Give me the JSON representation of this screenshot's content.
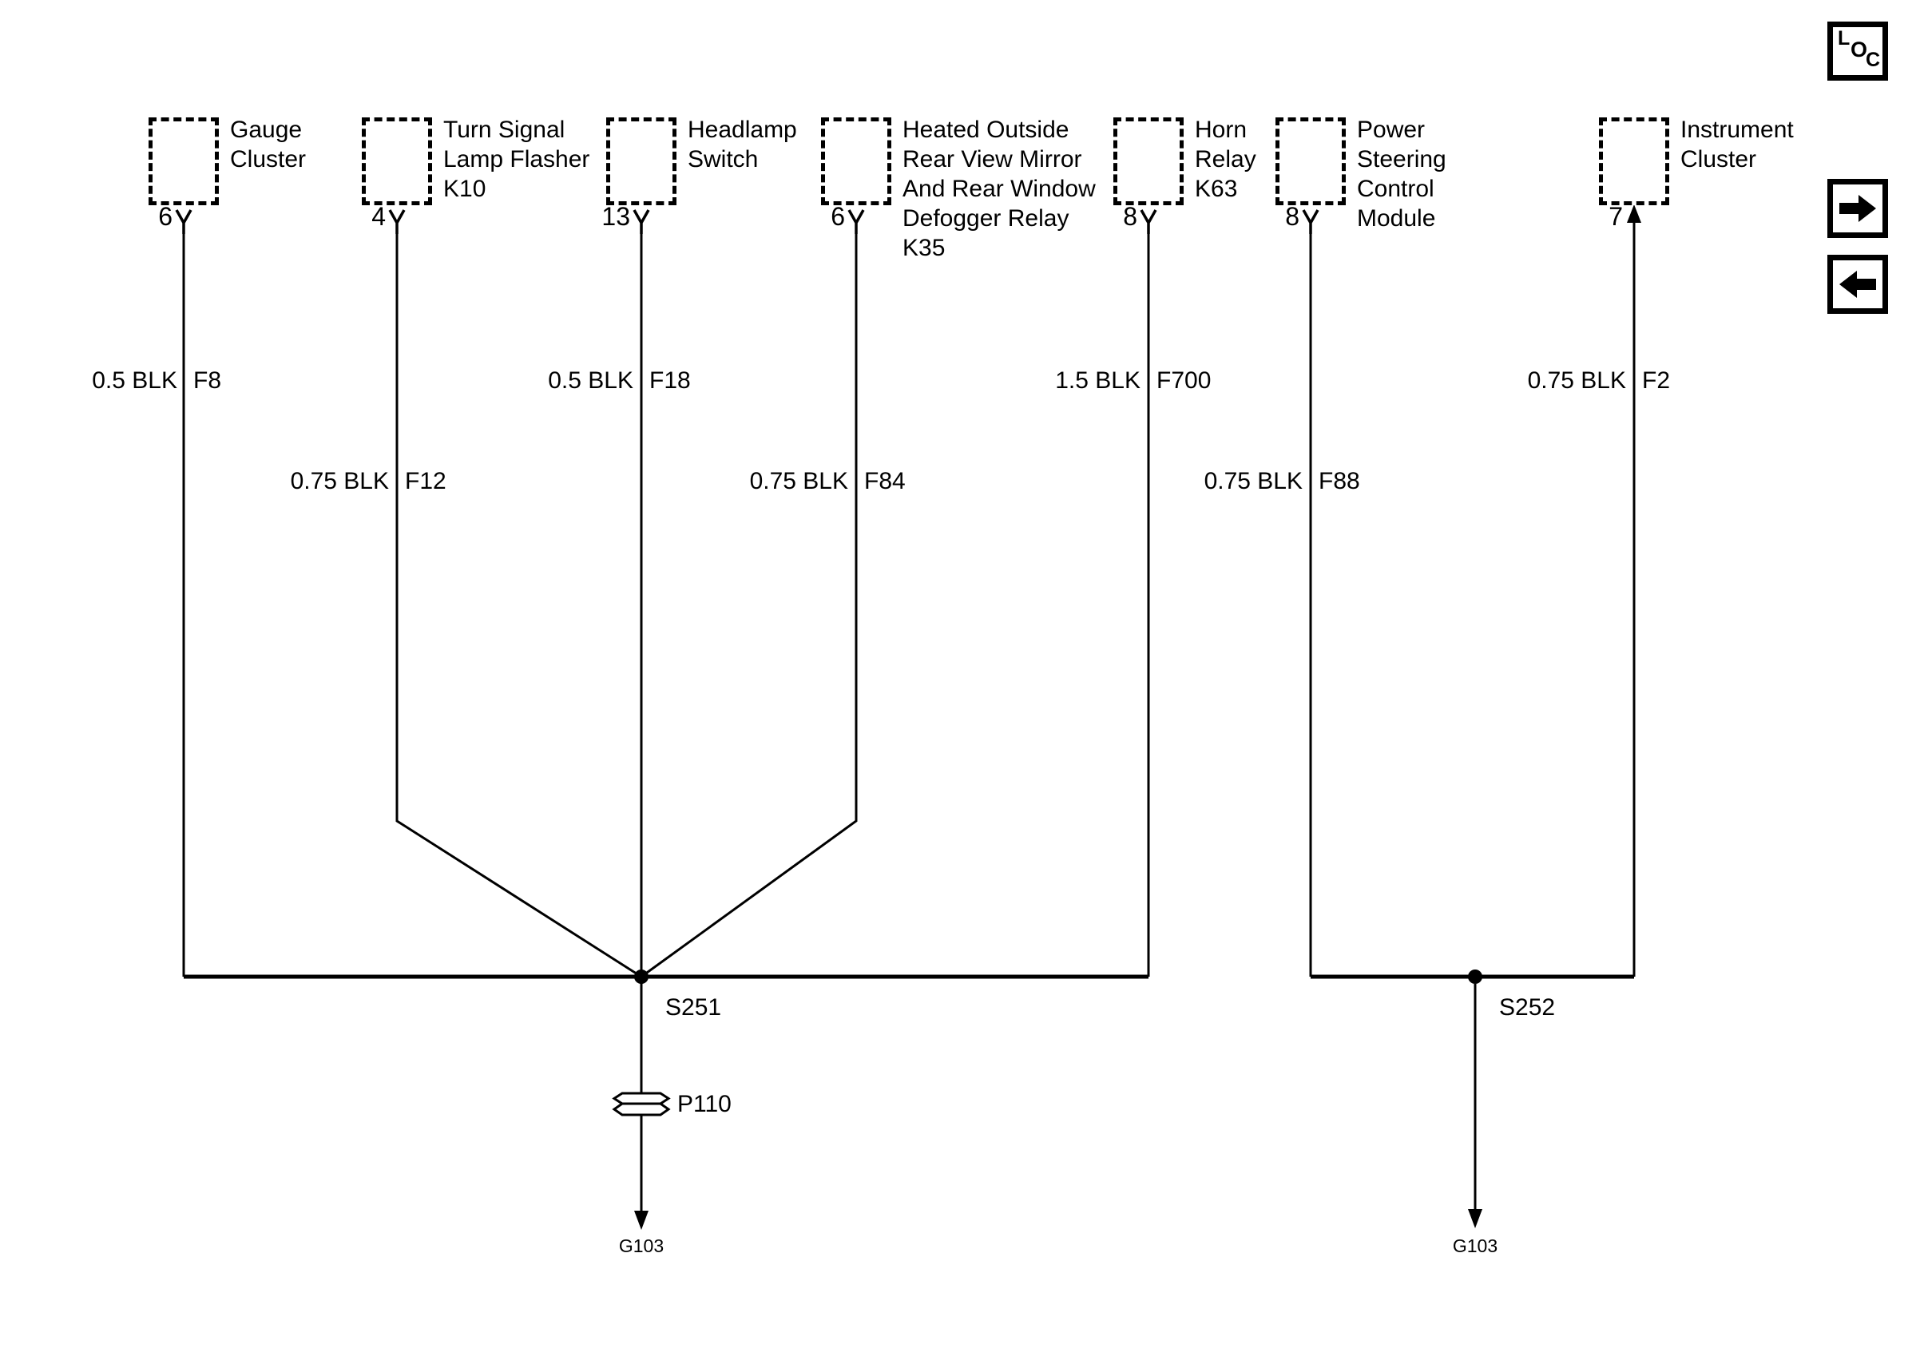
{
  "colors": {
    "ink": "#000000",
    "background": "#ffffff"
  },
  "toolbar": {
    "loc": {
      "l": "L",
      "o": "O",
      "c": "C"
    }
  },
  "connectors": [
    {
      "label": "Gauge\nCluster",
      "pin": "6"
    },
    {
      "label": "Turn Signal\nLamp Flasher\nK10",
      "pin": "4"
    },
    {
      "label": "Headlamp\nSwitch",
      "pin": "13"
    },
    {
      "label": "Heated Outside\nRear View Mirror\nAnd Rear Window\nDefogger Relay\nK35",
      "pin": "6"
    },
    {
      "label": "Horn\nRelay\nK63",
      "pin": "8"
    },
    {
      "label": "Power\nSteering\nControl\nModule",
      "pin": "8"
    },
    {
      "label": "Instrument\nCluster",
      "pin": "7"
    }
  ],
  "wire_labels": [
    {
      "gauge_color": "0.5 BLK",
      "circuit": "F8"
    },
    {
      "gauge_color": "0.75 BLK",
      "circuit": "F12"
    },
    {
      "gauge_color": "0.5 BLK",
      "circuit": "F18"
    },
    {
      "gauge_color": "0.75 BLK",
      "circuit": "F84"
    },
    {
      "gauge_color": "1.5 BLK",
      "circuit": "F700"
    },
    {
      "gauge_color": "0.75 BLK",
      "circuit": "F88"
    },
    {
      "gauge_color": "0.75 BLK",
      "circuit": "F2"
    }
  ],
  "splices": [
    {
      "id": "S251"
    },
    {
      "id": "S252"
    }
  ],
  "pass_through": {
    "id": "P110"
  },
  "grounds": [
    {
      "id": "G103"
    },
    {
      "id": "G103"
    }
  ]
}
